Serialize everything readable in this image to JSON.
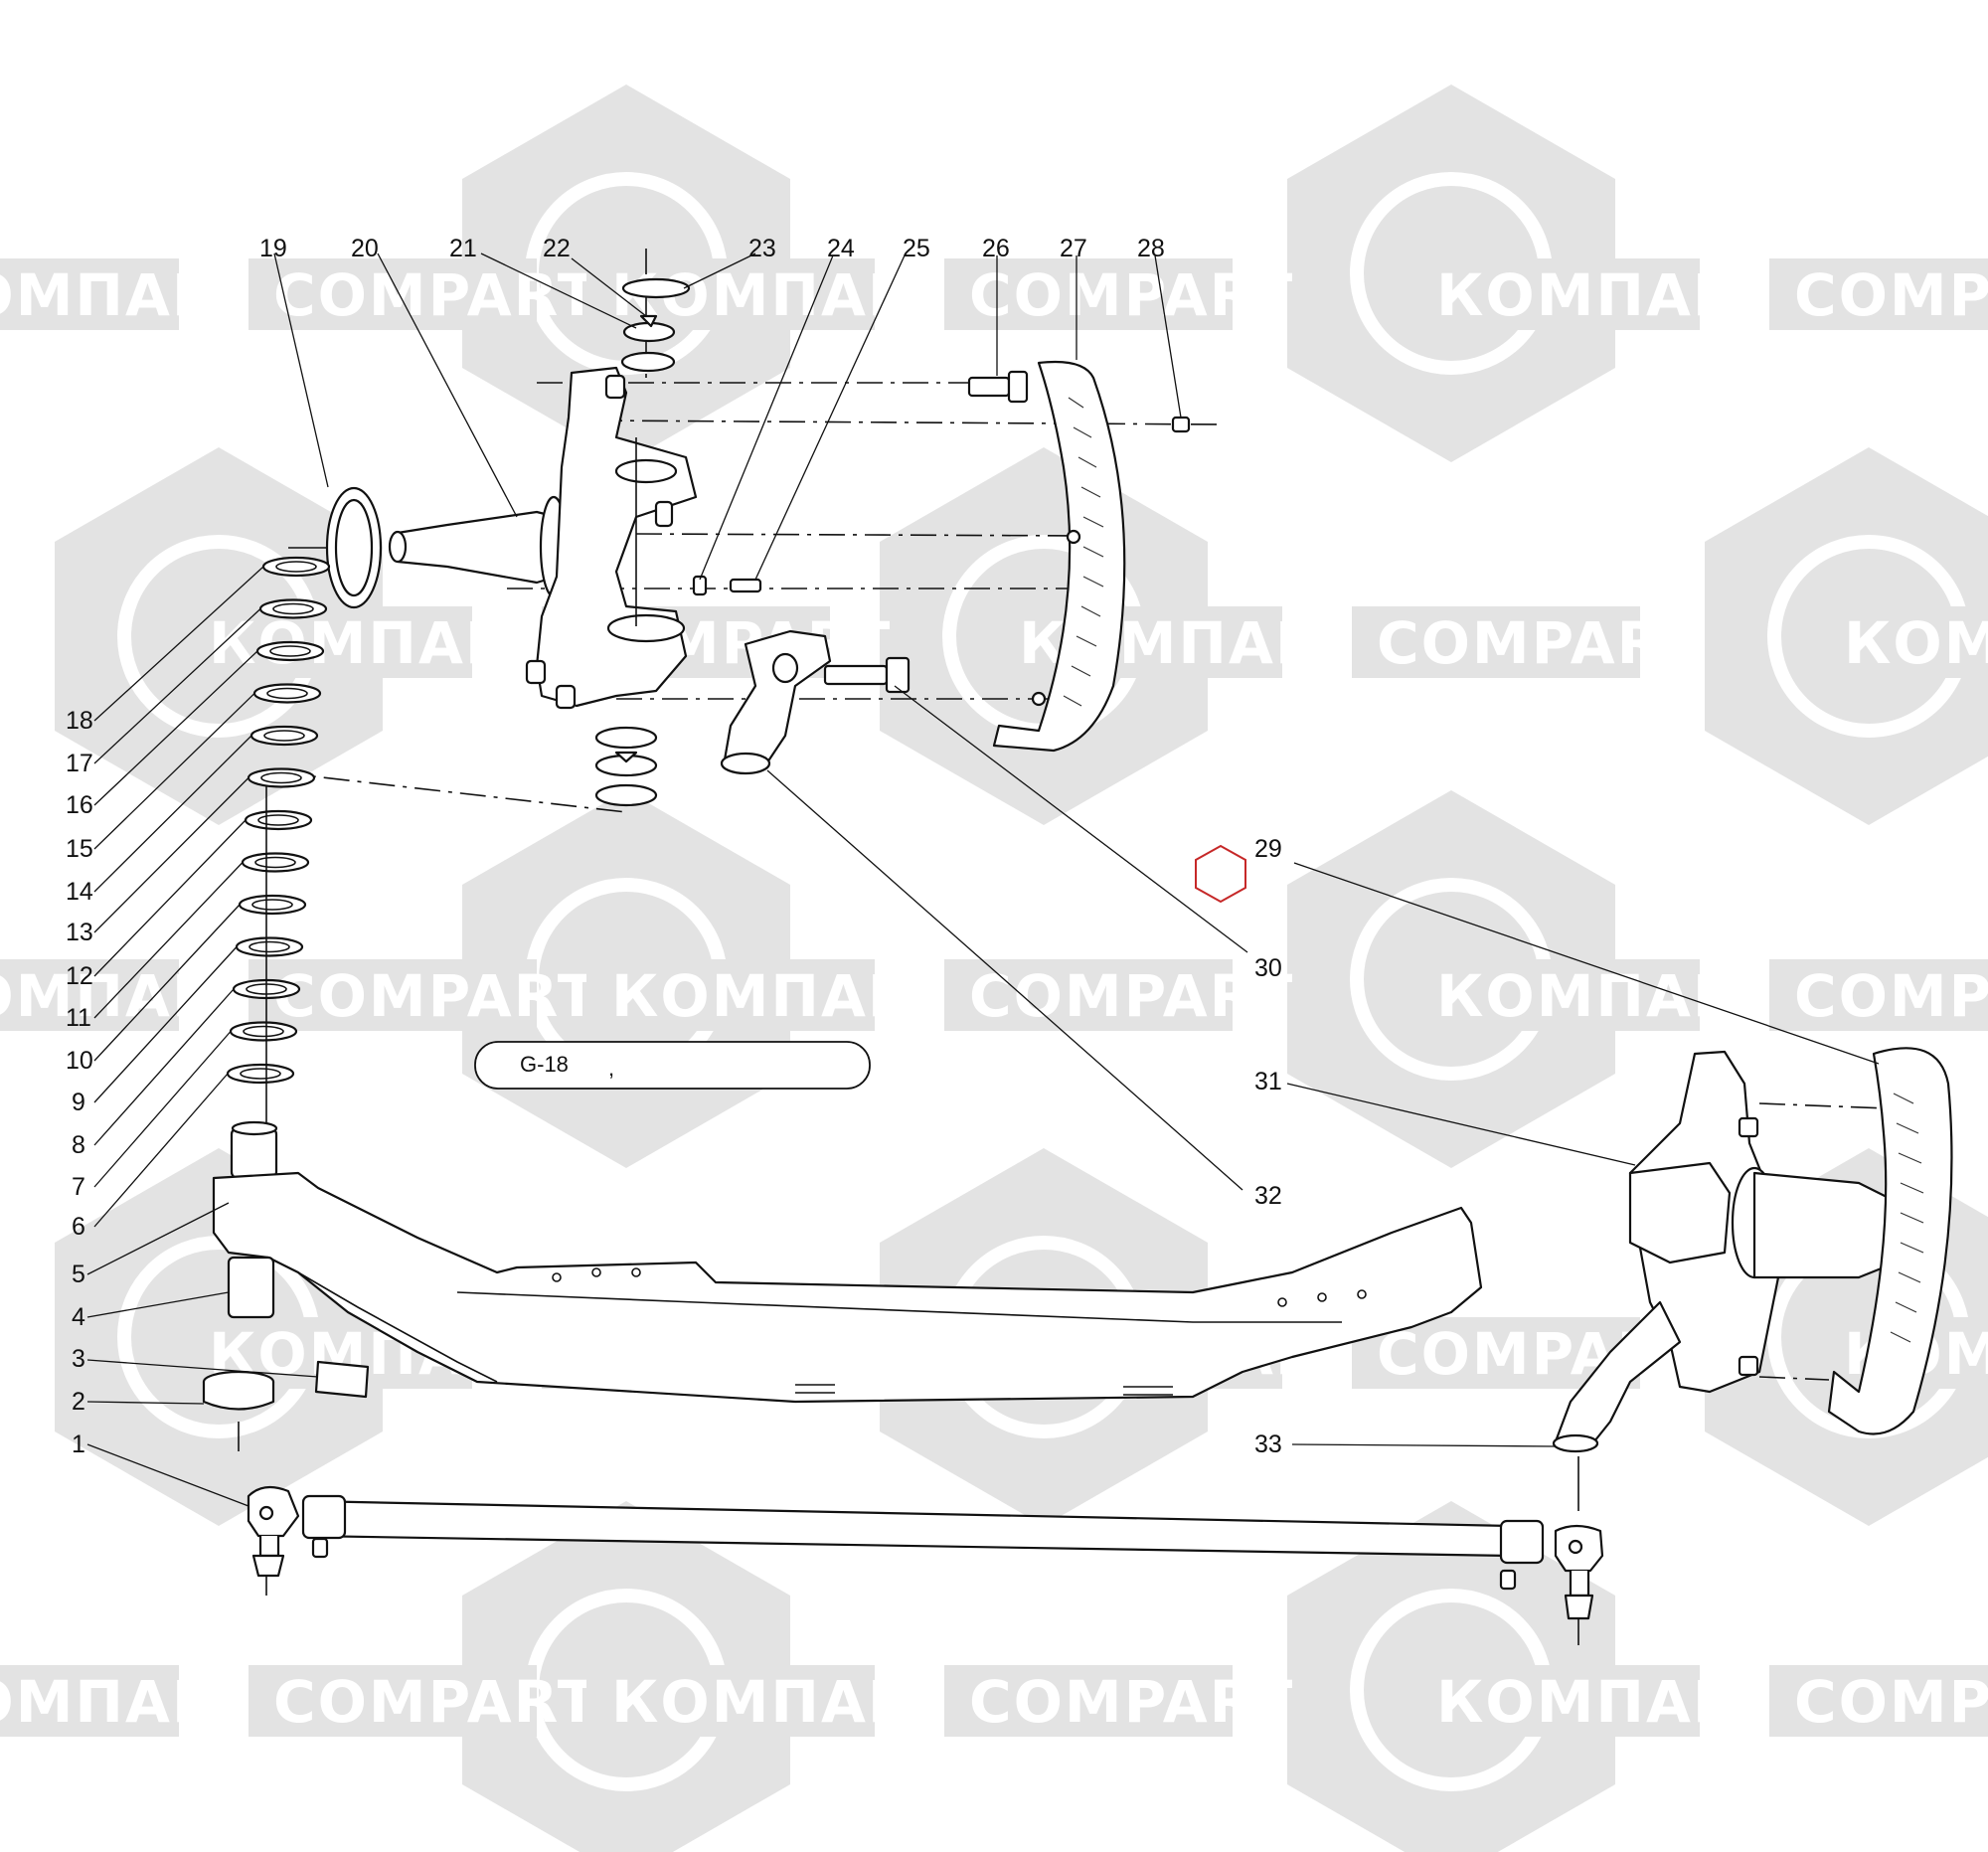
{
  "watermark": {
    "label_latin": "COMPART",
    "label_cyrillic": "КОМПАРТ",
    "color": "#e3e3e3"
  },
  "note_box": {
    "code": "G-18",
    "mark": ","
  },
  "highlight_color": "#c62828",
  "callouts": [
    "1",
    "2",
    "3",
    "4",
    "5",
    "6",
    "7",
    "8",
    "9",
    "10",
    "11",
    "12",
    "13",
    "14",
    "15",
    "16",
    "17",
    "18",
    "19",
    "20",
    "21",
    "22",
    "23",
    "24",
    "25",
    "26",
    "27",
    "28",
    "29",
    "30",
    "31",
    "32",
    "33"
  ]
}
